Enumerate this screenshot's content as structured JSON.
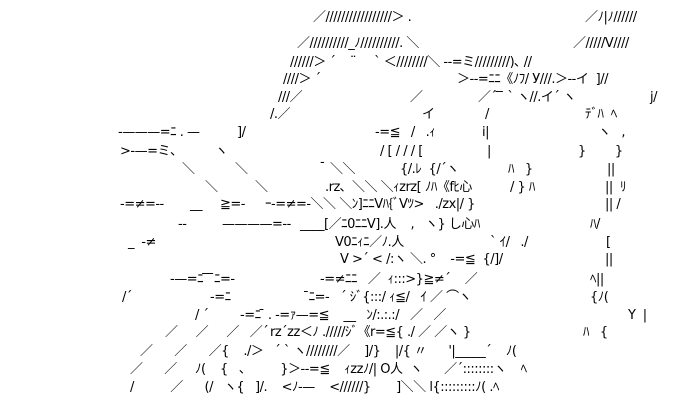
{
  "art": {
    "rows": [
      [
        "／/////////////////＞ .",
        "／ﾉ|ﾉ//////"
      ],
      [
        "／//////////_ﾉ//////////. ＼",
        "／/////V////"
      ],
      [
        "//////＞ ´    ¨     ` ＜////////＼ --=ミ/////////)､ //"
      ],
      [
        "////＞ ´",
        "＞--=ﾆﾆ《ﾉﾌ/ У///.＞--イ  ]//"
      ],
      [
        "///／",
        "／",
        "／´ ̄ ̄ ` ヽ//.イ´ ヽ",
        "j/"
      ],
      [
        "/.／",
        "イ",
        "/",
        "ﾃﾞﾊ  ﾍ"
      ],
      [
        "-———=ﾆ . —",
        "]/",
        "-=≦   /   .ｨ",
        "i|",
        "ヽ   ,"
      ],
      [
        ">-—=ミ、",
        "ヽ",
        "/ [ / / / [",
        "|",
        "}        }"
      ],
      [
        "＼",
        "＼",
        "-",
        "＼＼",
        "{/.ﾚ  {/´ヽ",
        "ﾊ   }",
        "||"
      ],
      [
        "＼",
        "＼",
        ".rz､",
        "＼＼ ＼ｨzrz[ ﾉﾊ《fﾋ心",
        "/ } ﾊ",
        "||  ﾘ"
      ],
      [
        "-=≠=--",
        "__",
        "≧=-",
        "ｰ-=≠=-＼＼ ＼ﾝ]ﾆﾆVﾊ{ﾞVﾂ>   ./zx|/ }",
        "|| /"
      ],
      [
        "--",
        "————=--",
        "____[／ﾆ0ﾆﾆV].人    ,   ヽ} し心ﾊ",
        "ﾊ/"
      ],
      [
        "_  -≠",
        "V0ﾆｨﾆ／ﾉ.人",
        "` ｲ/   ./",
        "["
      ],
      [
        "V >´ < /:ヽ ＼. °    -=≦  {/]/",
        "||"
      ],
      [
        "-—=ﾆ ̄ ̄ ̄ﾆ=-",
        "-=≠ﾆﾆ   ／  ｨ:::>}≧≠´    ／",
        "ﾍ||"
      ],
      [
        "/´",
        "-=ﾆ",
        " ̄ﾆ=-   ´ ｼﾞ{:::/ ｨ≦/   ｲ ／ ⌒ヽ",
        "{ﾉ("
      ],
      [
        "/ ´",
        "-=ﾆ ̄ . -=ｧ—=≦    __   ﾝ/:.:.:/   ／   ／",
        "Y  |"
      ],
      [
        "／     ／     ／   ／´",
        "rz´zz＜ﾉ ./////ｼﾞ《r=≦{ ./ ／ ／ヽ }",
        "ﾊ   {"
      ],
      [
        "／      ／      ／{    ./＞   ´ ` ヽ////////／    ]/}    |/{ 〃      '|_____´    ﾉ("
      ],
      [
        "／      ／     ﾉ(    {   、        }＞--=≦    ｨzzﾉ/| O人  ヽ      ／´::::::::ヽ    ﾍ"
      ],
      [
        "/          ／      (/   ヽ{   ]/.    <ﾉ-—    <//////}       ]＼＼ l{:::::::::ﾉ( .ﾍ"
      ]
    ]
  }
}
